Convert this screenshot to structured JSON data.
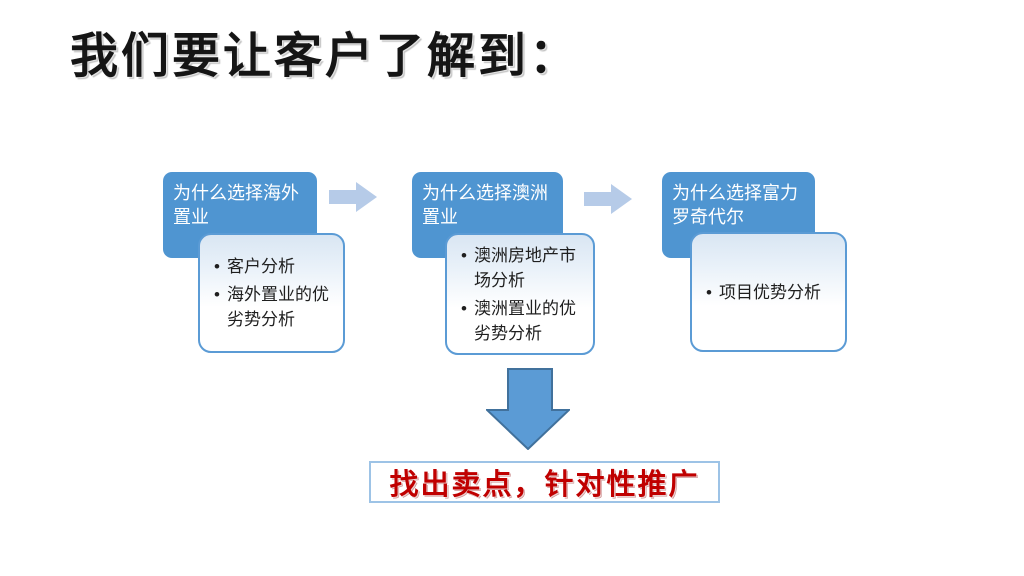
{
  "slide": {
    "title": "我们要让客户了解到：",
    "steps": [
      {
        "header": "为什么选择海外置业",
        "bullets": [
          "客户分析",
          "海外置业的优劣势分析"
        ]
      },
      {
        "header": "为什么选择澳洲置业",
        "bullets": [
          "澳洲房地产市场分析",
          "澳洲置业的优劣势分析"
        ]
      },
      {
        "header": "为什么选择富力罗奇代尔",
        "bullets": [
          "项目优势分析"
        ]
      }
    ],
    "conclusion": "找出卖点，针对性推广",
    "colors": {
      "header_blue": "#4f95d1",
      "flow_arrow_blue": "#b6cbe8",
      "big_arrow_fill": "#5b9bd5",
      "big_arrow_stroke": "#41719c",
      "subbox_border": "#5b9bd5",
      "conclusion_border": "#9dc3e6",
      "conclusion_text": "#c00000"
    }
  }
}
